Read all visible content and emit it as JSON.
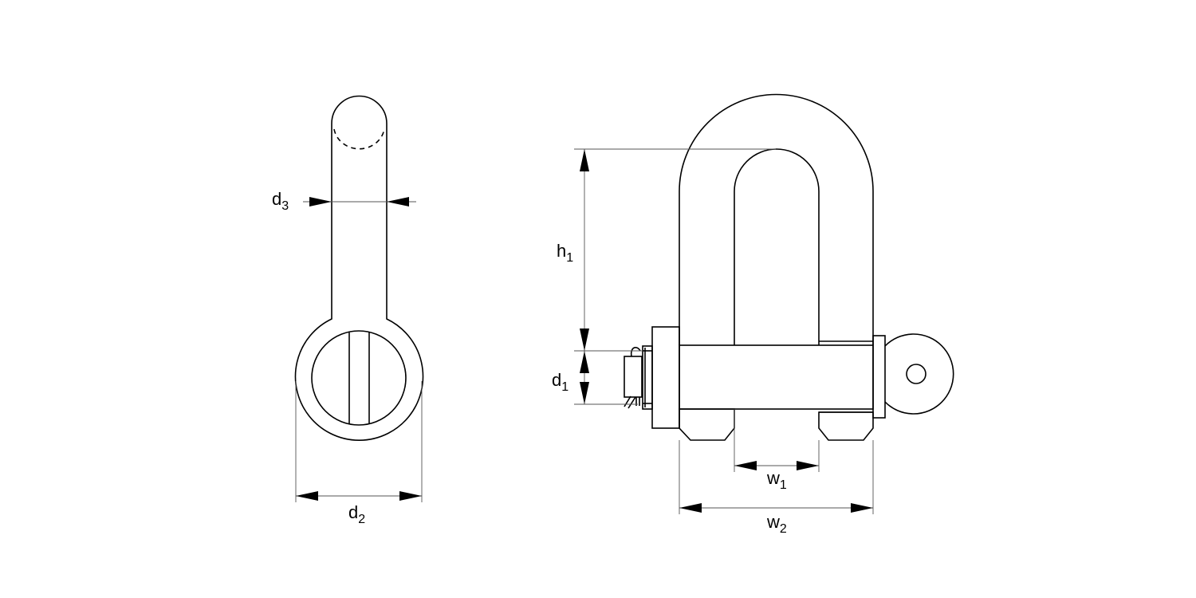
{
  "labels": {
    "d3": {
      "main": "d",
      "sub": "3"
    },
    "d2": {
      "main": "d",
      "sub": "2"
    },
    "h1": {
      "main": "h",
      "sub": "1"
    },
    "d1": {
      "main": "d",
      "sub": "1"
    },
    "w1": {
      "main": "w",
      "sub": "1"
    },
    "w2": {
      "main": "w",
      "sub": "2"
    }
  }
}
